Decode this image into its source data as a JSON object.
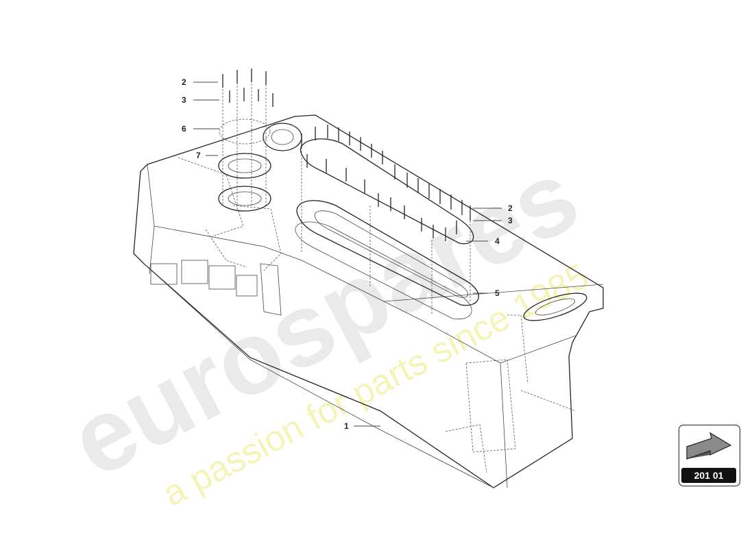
{
  "watermark": {
    "brand": "eurospares",
    "tagline": "a passion for parts since 1985"
  },
  "callouts": [
    {
      "id": "c2a",
      "text": "2"
    },
    {
      "id": "c3a",
      "text": "3"
    },
    {
      "id": "c6",
      "text": "6"
    },
    {
      "id": "c7",
      "text": "7"
    },
    {
      "id": "c2b",
      "text": "2"
    },
    {
      "id": "c3b",
      "text": "3"
    },
    {
      "id": "c4",
      "text": "4"
    },
    {
      "id": "c5",
      "text": "5"
    },
    {
      "id": "c1",
      "text": "1"
    }
  ],
  "reference": {
    "page_ref": "201 01",
    "icon": "arrow-ref-icon"
  },
  "colors": {
    "line": "#222222",
    "watermark_gray": "#d9d9d9",
    "watermark_yellow": "#eeee88",
    "badge_bg": "#111111"
  }
}
